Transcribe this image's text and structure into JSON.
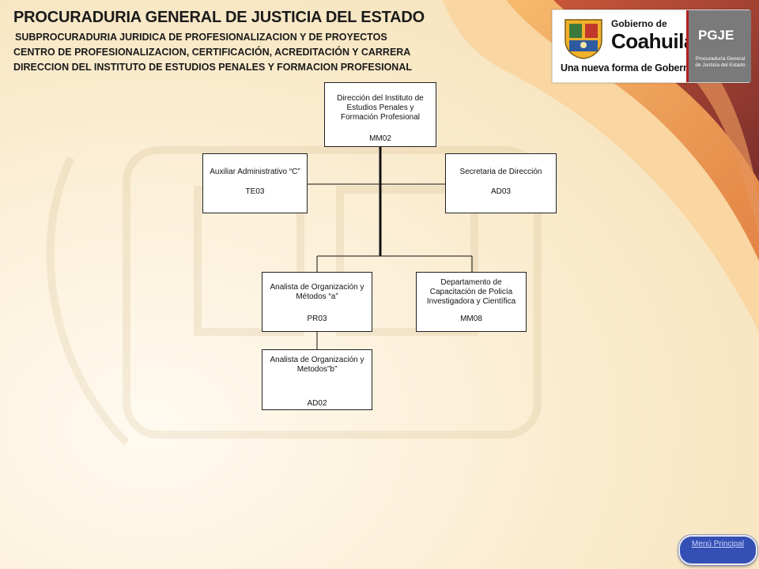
{
  "header": {
    "title": "PROCURADURIA GENERAL DE JUSTICIA DEL ESTADO",
    "line2": "SUBPROCURADURIA JURIDICA DE PROFESIONALIZACION Y DE PROYECTOS",
    "line3": "CENTRO DE PROFESIONALIZACION, CERTIFICACIÓN, ACREDITACIÓN Y CARRERA",
    "line4": "DIRECCION DEL INSTITUTO DE ESTUDIOS PENALES Y FORMACION PROFESIONAL"
  },
  "logo": {
    "gobierno": "Gobierno de",
    "coahuila": "Coahuila",
    "slogan": "Una nueva forma de Gobernar",
    "pgje": "PGJE",
    "pgje_sub": "Procuraduría General de Justicia del Estado"
  },
  "nodes": {
    "director": {
      "title": "Dirección del Instituto de Estudios Penales y Formación Profesional",
      "code": "MM02"
    },
    "auxiliar": {
      "title": "Auxiliar Administrativo “C”",
      "code": "TE03"
    },
    "secretaria": {
      "title": "Secretaria de Dirección",
      "code": "AD03"
    },
    "analista_a": {
      "title": "Analista de Organización y Métodos “a”",
      "code": "PR03"
    },
    "departamento": {
      "title": "Departamento de Capacitación de Policía Investigadora y Científica",
      "code": "MM08"
    },
    "analista_b": {
      "title": "Analista de Organización y Metodos”b”",
      "code": "AD02"
    }
  },
  "menu_button": {
    "label": "Menú Principal"
  },
  "colors": {
    "background": "#fdf3dc",
    "accent_red": "#b21f24",
    "menu_blue": "#3550b4"
  }
}
